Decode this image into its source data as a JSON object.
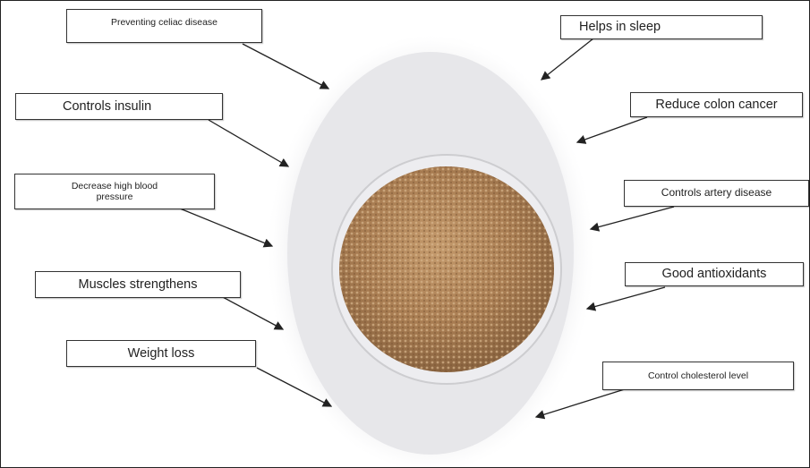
{
  "labels": {
    "preventing_celiac": "Preventing celiac disease",
    "helps_sleep": "Helps in sleep",
    "controls_insulin": "Controls insulin",
    "reduce_colon_cancer": "Reduce colon cancer",
    "decrease_bp": "Decrease high blood pressure",
    "controls_artery": "Controls artery disease",
    "muscles": "Muscles strengthens",
    "antioxidants": "Good antioxidants",
    "weight_loss": "Weight loss",
    "cholesterol": "Control cholesterol level"
  },
  "colors": {
    "oval": "#e6e6e8",
    "grain": "#b08860",
    "dish_rim": "#c9c9cc",
    "arrow": "#222222"
  },
  "central_image": {
    "icon": "grain-bowl-photo"
  }
}
